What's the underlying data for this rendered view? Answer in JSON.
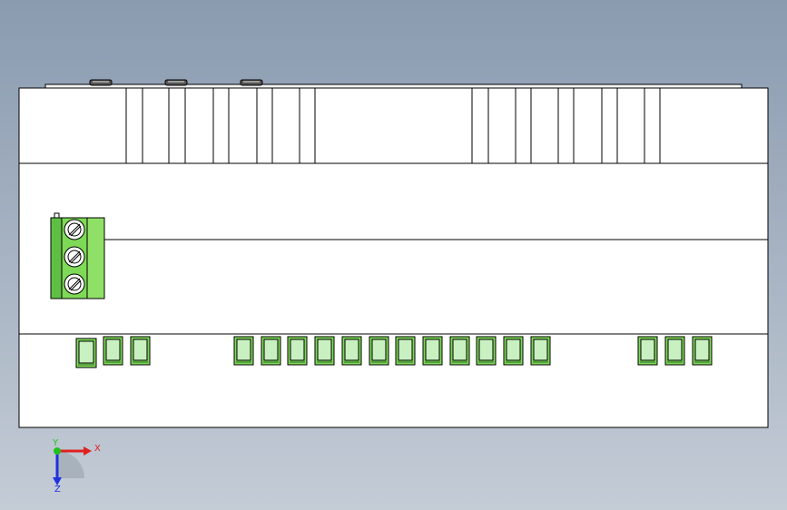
{
  "viewport": {
    "background_top": "#8a9bb0",
    "background_bottom": "#c4ccd6"
  },
  "model": {
    "body_fill": "#ffffff",
    "outline_color": "#000000",
    "terminal_green": "#7ed957",
    "terminal_green_light": "#c8f0c0",
    "terminal_dark": "#2f6a2a"
  },
  "terminal_block": {
    "screw_count": 3
  },
  "led_groups": [
    {
      "name": "left-group",
      "count": 3
    },
    {
      "name": "middle-group",
      "count": 12
    },
    {
      "name": "right-group",
      "count": 3
    }
  ],
  "triad": {
    "x_label": "X",
    "y_label": "Y",
    "z_label": "Z",
    "x_color": "#e02020",
    "y_color": "#20c020",
    "z_color": "#2030e0"
  }
}
